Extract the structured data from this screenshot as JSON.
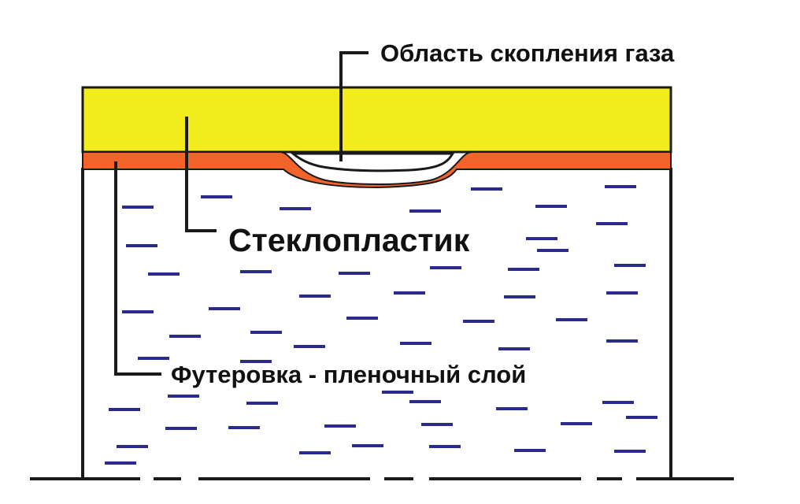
{
  "labels": {
    "gas_region": "Область скопления газа",
    "fiberglass": "Стеклопластик",
    "lining": "Футеровка - пленочный слой"
  },
  "colors": {
    "fiberglass_layer": "#f2ec1d",
    "lining_layer": "#f2642a",
    "liquid_dash": "#2b2b8c",
    "outline": "#1a1a1a",
    "background": "#ffffff"
  }
}
